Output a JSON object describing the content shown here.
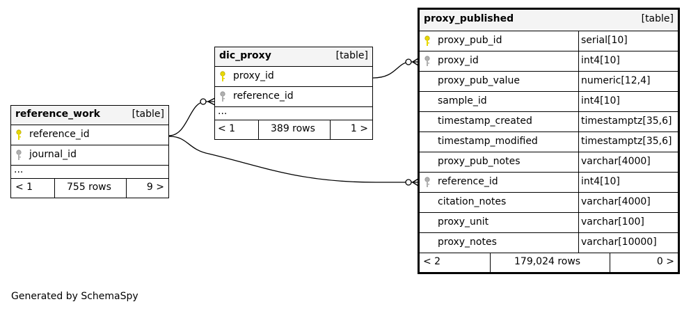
{
  "tables": {
    "reference_work": {
      "name": "reference_work",
      "kind": "[table]",
      "columns": [
        {
          "name": "reference_id",
          "key": "primary-key-icon"
        },
        {
          "name": "journal_id",
          "key": "foreign-key-icon"
        }
      ],
      "ellipsis": "...",
      "footer": {
        "prev": "< 1",
        "rows": "755 rows",
        "next": "9 >"
      }
    },
    "dic_proxy": {
      "name": "dic_proxy",
      "kind": "[table]",
      "columns": [
        {
          "name": "proxy_id",
          "key": "primary-key-icon"
        },
        {
          "name": "reference_id",
          "key": "foreign-key-icon"
        }
      ],
      "ellipsis": "...",
      "footer": {
        "prev": "< 1",
        "rows": "389 rows",
        "next": "1 >"
      }
    },
    "proxy_published": {
      "name": "proxy_published",
      "kind": "[table]",
      "columns": [
        {
          "name": "proxy_pub_id",
          "type": "serial[10]",
          "key": "primary-key-icon"
        },
        {
          "name": "proxy_id",
          "type": "int4[10]",
          "key": "foreign-key-icon"
        },
        {
          "name": "proxy_pub_value",
          "type": "numeric[12,4]",
          "key": ""
        },
        {
          "name": "sample_id",
          "type": "int4[10]",
          "key": ""
        },
        {
          "name": "timestamp_created",
          "type": "timestamptz[35,6]",
          "key": ""
        },
        {
          "name": "timestamp_modified",
          "type": "timestamptz[35,6]",
          "key": ""
        },
        {
          "name": "proxy_pub_notes",
          "type": "varchar[4000]",
          "key": ""
        },
        {
          "name": "reference_id",
          "type": "int4[10]",
          "key": "foreign-key-icon"
        },
        {
          "name": "citation_notes",
          "type": "varchar[4000]",
          "key": ""
        },
        {
          "name": "proxy_unit",
          "type": "varchar[100]",
          "key": ""
        },
        {
          "name": "proxy_notes",
          "type": "varchar[10000]",
          "key": ""
        }
      ],
      "footer": {
        "prev": "< 2",
        "rows": "179,024 rows",
        "next": "0 >"
      }
    }
  },
  "colors": {
    "primary_key": "#e8d800",
    "foreign_key": "#b0b0b0",
    "header_bg": "#f4f4f4"
  },
  "footer_text": "Generated by SchemaSpy"
}
